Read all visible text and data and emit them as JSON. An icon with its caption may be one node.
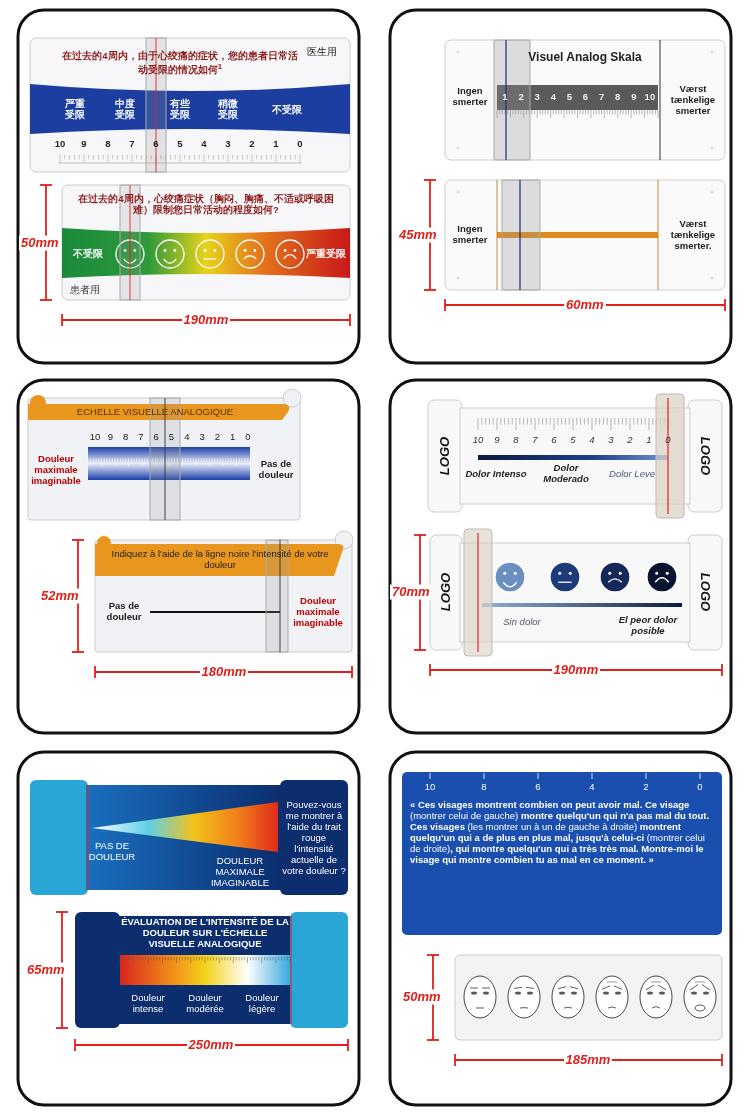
{
  "diagram": {
    "labels": [
      "医生用",
      "在过去的4周内，由于心绞痛的症状，您的患者日常活动受限的情况如何$^{1}$",
      "严重受限",
      "中度受限",
      "有些受限",
      "稍微受限",
      "不受限",
      "10",
      "9",
      "8",
      "7",
      "6",
      "5",
      "4",
      "3",
      "2",
      "1",
      "0",
      "在过去的4周内，心绞痛症状（胸闷、胸痛、不适或呼吸困难）限制您日常活动的程度如何?",
      "不受限",
      "严重受限",
      "患者用",
      "50mm",
      "190mm",
      "Visuel Analog Skala",
      "Ingen smerter",
      "1",
      "2",
      "3",
      "4",
      "5",
      "6",
      "7",
      "8",
      "9",
      "10",
      "Værst tænkelige smerter",
      "Ingen smerter",
      "Værst tænkelige smerter.",
      "45mm",
      "60mm",
      "ECHELLE VISUELLE ANALOGIQUE",
      "10",
      "9",
      "8",
      "7",
      "6",
      "5",
      "4",
      "3",
      "2",
      "1",
      "0",
      "Douleur maximale imaginable",
      "Pas de douleur",
      "Indiquez à l'aide de la ligne noire l'intensité de votre douleur",
      "Pas de douleur",
      "Douleur maximale imaginable",
      "52mm",
      "180mm",
      "LOGO",
      "10",
      "9",
      "8",
      "7",
      "6",
      "5",
      "4",
      "3",
      "2",
      "1",
      "0",
      "Dolor Intenso",
      "Dolor Moderado",
      "Dolor Leve",
      "LOGO",
      "LOGO",
      "Sin dolor",
      "El peor dolor posible",
      "LOGO",
      "70mm",
      "190mm",
      "PAS DE DOULEUR",
      "DOULEUR MAXIMALE IMAGINABLE",
      "Pouvez-vous me montrer à l'aide du trait rouge l'intensité actuelle de votre douleur ?",
      "ÉVALUATION DE L'INTENSITÉ DE LA DOULEUR SUR L'ÉCHELLE VISUELLE ANALOGIQUE",
      "Douleur intense",
      "Douleur modérée",
      "Douleur légère",
      "65mm",
      "250mm",
      "10",
      "8",
      "6",
      "4",
      "2",
      "0",
      "**« Ces visages montrent combien on peut avoir mal. Ce visage** (montrer celui de gauche) **montre quelqu'un qui n'a pas mal du tout. Ces visages** (les montrer un à un de gauche à droite) **montrent quelqu'un qui a de plus en plus mal, jusqu'à celui-ci** (montrer celui de droite)**, qui montre quelqu'un qui a très très mal. Montre-moi le visage qui montre combien tu as mal en ce moment. »**",
      "50mm",
      "185mm"
    ]
  }
}
